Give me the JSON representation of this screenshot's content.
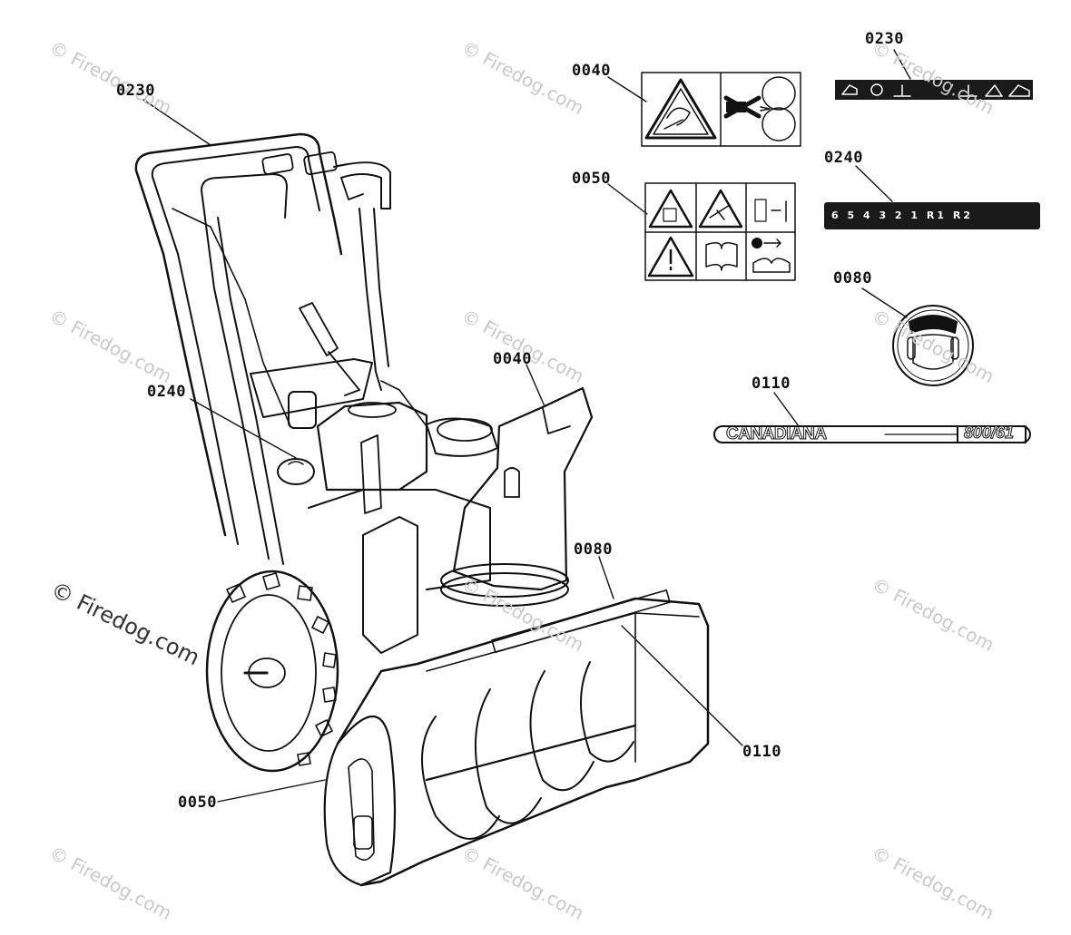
{
  "watermark": "© Firedog.com",
  "callouts": [
    {
      "id": "c-0230-left",
      "text": "0230"
    },
    {
      "id": "c-0040-top",
      "text": "0040"
    },
    {
      "id": "c-0230-right",
      "text": "0230"
    },
    {
      "id": "c-0050-top",
      "text": "0050"
    },
    {
      "id": "c-0240-right",
      "text": "0240"
    },
    {
      "id": "c-0080-right",
      "text": "0080"
    },
    {
      "id": "c-0240-left",
      "text": "0240"
    },
    {
      "id": "c-0040-mid",
      "text": "0040"
    },
    {
      "id": "c-0110-top",
      "text": "0110"
    },
    {
      "id": "c-0080-mid",
      "text": "0080"
    },
    {
      "id": "c-0110-bottom",
      "text": "0110"
    },
    {
      "id": "c-0050-bottom",
      "text": "0050"
    }
  ],
  "decal_0240_text": "6 5  4  3  2  1  R1  R2",
  "brand": {
    "name": "CANADIANA",
    "model": "800/61"
  }
}
